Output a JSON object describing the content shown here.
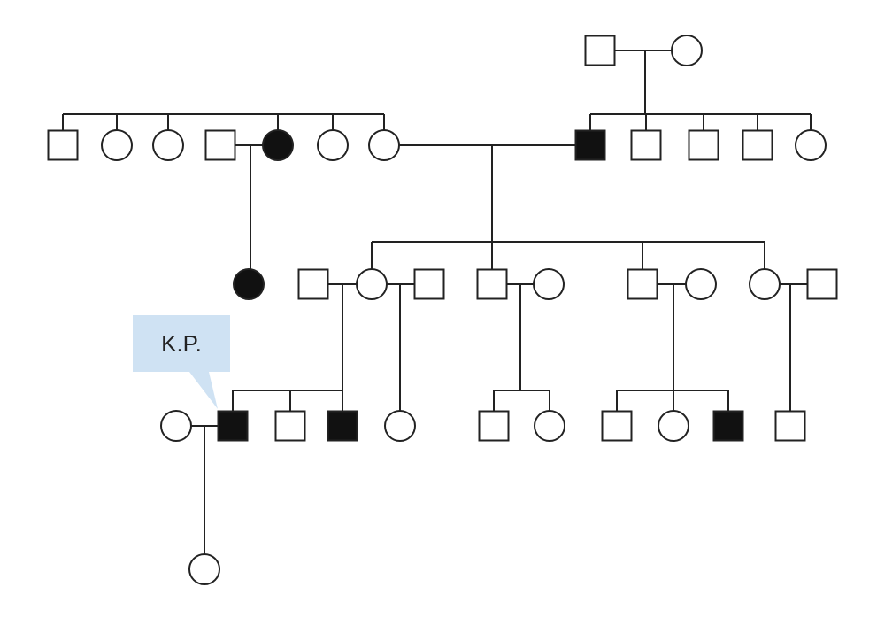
{
  "callout": {
    "label": "K.P.",
    "color": "#cfe2f3"
  },
  "colors": {
    "line": "#222222",
    "affected": "#111111",
    "unaffected": "#ffffff"
  },
  "symbols": {
    "male": "square",
    "female": "circle"
  },
  "individuals": [
    {
      "id": "gp-m",
      "generation": 1,
      "sex": "male",
      "affected": false
    },
    {
      "id": "gp-f",
      "generation": 1,
      "sex": "female",
      "affected": false
    },
    {
      "id": "l-sib1",
      "generation": 2,
      "sex": "male",
      "affected": false
    },
    {
      "id": "l-sib2",
      "generation": 2,
      "sex": "female",
      "affected": false
    },
    {
      "id": "l-sib3",
      "generation": 2,
      "sex": "female",
      "affected": false
    },
    {
      "id": "l-inlaw",
      "generation": 2,
      "sex": "male",
      "affected": false
    },
    {
      "id": "l-sib4",
      "generation": 2,
      "sex": "female",
      "affected": true
    },
    {
      "id": "l-sib5",
      "generation": 2,
      "sex": "female",
      "affected": false
    },
    {
      "id": "l-sib6",
      "generation": 2,
      "sex": "female",
      "affected": false
    },
    {
      "id": "r-sib1",
      "generation": 2,
      "sex": "male",
      "affected": true
    },
    {
      "id": "r-sib2",
      "generation": 2,
      "sex": "male",
      "affected": false
    },
    {
      "id": "r-sib3",
      "generation": 2,
      "sex": "male",
      "affected": false
    },
    {
      "id": "r-sib4",
      "generation": 2,
      "sex": "male",
      "affected": false
    },
    {
      "id": "r-sib5",
      "generation": 2,
      "sex": "female",
      "affected": false
    },
    {
      "id": "g3-cousin",
      "generation": 3,
      "sex": "female",
      "affected": true
    },
    {
      "id": "g3-husb1",
      "generation": 3,
      "sex": "male",
      "affected": false
    },
    {
      "id": "g3-c1",
      "generation": 3,
      "sex": "female",
      "affected": false
    },
    {
      "id": "g3-husb2",
      "generation": 3,
      "sex": "male",
      "affected": false
    },
    {
      "id": "g3-c2",
      "generation": 3,
      "sex": "male",
      "affected": false
    },
    {
      "id": "g3-w2",
      "generation": 3,
      "sex": "female",
      "affected": false
    },
    {
      "id": "g3-c3",
      "generation": 3,
      "sex": "male",
      "affected": false
    },
    {
      "id": "g3-w3",
      "generation": 3,
      "sex": "female",
      "affected": false
    },
    {
      "id": "g3-c4",
      "generation": 3,
      "sex": "female",
      "affected": false
    },
    {
      "id": "g3-h4",
      "generation": 3,
      "sex": "male",
      "affected": false
    },
    {
      "id": "g4-wife",
      "generation": 4,
      "sex": "female",
      "affected": false
    },
    {
      "id": "kp",
      "generation": 4,
      "sex": "male",
      "affected": true,
      "proband": true
    },
    {
      "id": "g4-b2",
      "generation": 4,
      "sex": "male",
      "affected": false
    },
    {
      "id": "g4-b3",
      "generation": 4,
      "sex": "male",
      "affected": true
    },
    {
      "id": "g4-hs",
      "generation": 4,
      "sex": "female",
      "affected": false
    },
    {
      "id": "g4-e1",
      "generation": 4,
      "sex": "male",
      "affected": false
    },
    {
      "id": "g4-e2",
      "generation": 4,
      "sex": "female",
      "affected": false
    },
    {
      "id": "g4-f1",
      "generation": 4,
      "sex": "male",
      "affected": false
    },
    {
      "id": "g4-f2",
      "generation": 4,
      "sex": "female",
      "affected": false
    },
    {
      "id": "g4-f3",
      "generation": 4,
      "sex": "male",
      "affected": true
    },
    {
      "id": "g4-g1",
      "generation": 4,
      "sex": "male",
      "affected": false
    },
    {
      "id": "g5-child",
      "generation": 5,
      "sex": "female",
      "affected": false
    }
  ]
}
